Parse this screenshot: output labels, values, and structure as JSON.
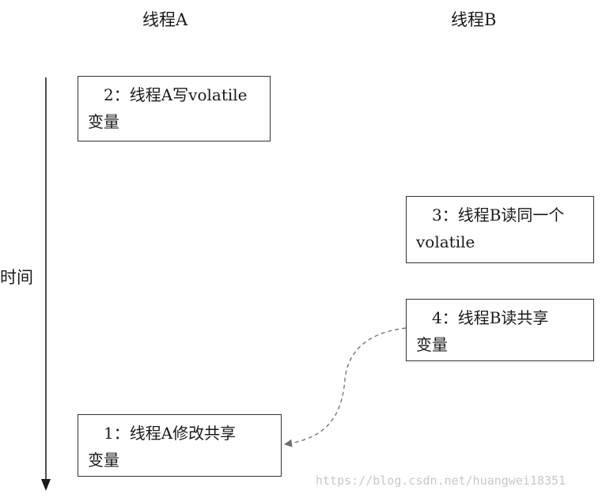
{
  "headers": {
    "thread_a": "线程A",
    "thread_b": "线程B"
  },
  "time_label": "时间",
  "boxes": {
    "step2": {
      "line1": "2：线程A写volatile",
      "line2": "变量"
    },
    "step3": {
      "line1": "3：线程B读同一个",
      "line2": "volatile"
    },
    "step4": {
      "line1": "4：线程B读共享",
      "line2": "变量"
    },
    "step1": {
      "line1": "1：线程A修改共享",
      "line2": "变量"
    }
  },
  "watermark": "https://blog.csdn.net/huangwei18351",
  "colors": {
    "line": "#1a1a1a",
    "dashed_arrow": "#6e6e6e",
    "box_border": "#333333",
    "watermark": "#c8c8c8"
  }
}
